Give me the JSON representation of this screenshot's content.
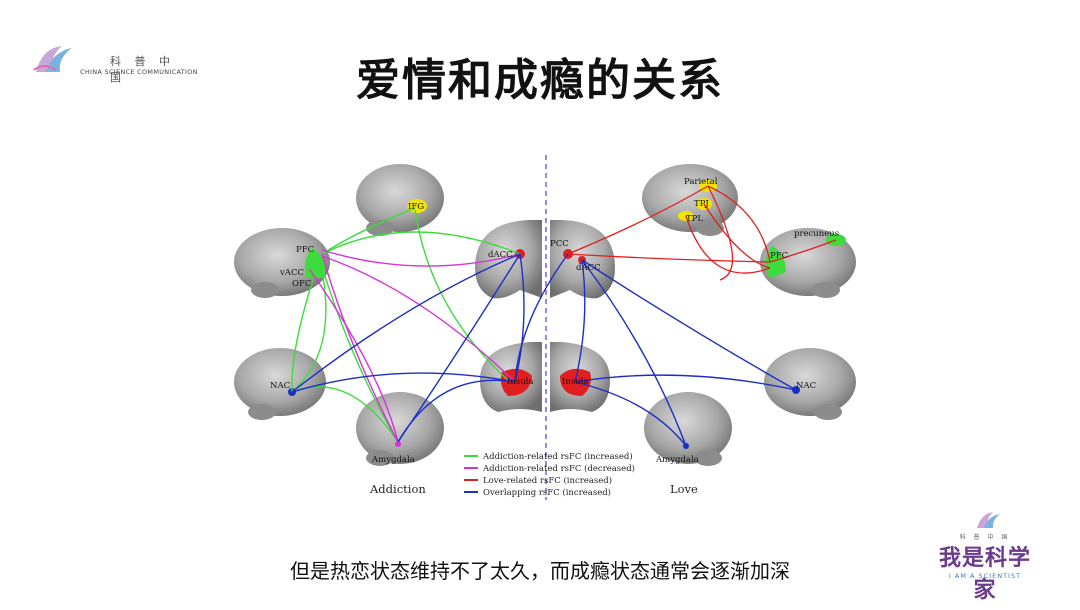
{
  "header": {
    "logo_cn": "科 普 中 国",
    "logo_en": "CHINA SCIENCE COMMUNICATION",
    "title": "爱情和成瘾的关系"
  },
  "figure": {
    "regions": {
      "ifg": "IFG",
      "pfc_left": "PFC",
      "vacc": "vACC",
      "ofc": "OFC",
      "dacc_left": "dACC",
      "pcc": "PCC",
      "dacc_right": "dACC",
      "parietal": "Parietal",
      "tpj": "TPJ",
      "tpl": "TPL",
      "precuneus": "precuneus",
      "pfc_right": "PFC",
      "nac_left": "NAC",
      "insula_left": "Insula",
      "insula_right": "Insula",
      "nac_right": "NAC",
      "amygdala_left": "Amygdala",
      "amygdala_right": "Amygdala"
    },
    "group_labels": {
      "left": "Addiction",
      "right": "Love"
    },
    "legend": [
      {
        "label": "Addiction-related rsFC (increased)",
        "color": "#3ddc3d"
      },
      {
        "label": "Addiction-related rsFC (decreased)",
        "color": "#d633d6"
      },
      {
        "label": "Love-related rsFC (increased)",
        "color": "#e02020"
      },
      {
        "label": "Overlapping rsFC (increased)",
        "color": "#1c2fc4"
      }
    ]
  },
  "caption": "但是热恋状态维持不了太久，而成瘾状态通常会逐渐加深",
  "brand": {
    "small": "科 普 中 国",
    "title": "我是科学家",
    "en": "I AM A SCIENTIST"
  }
}
